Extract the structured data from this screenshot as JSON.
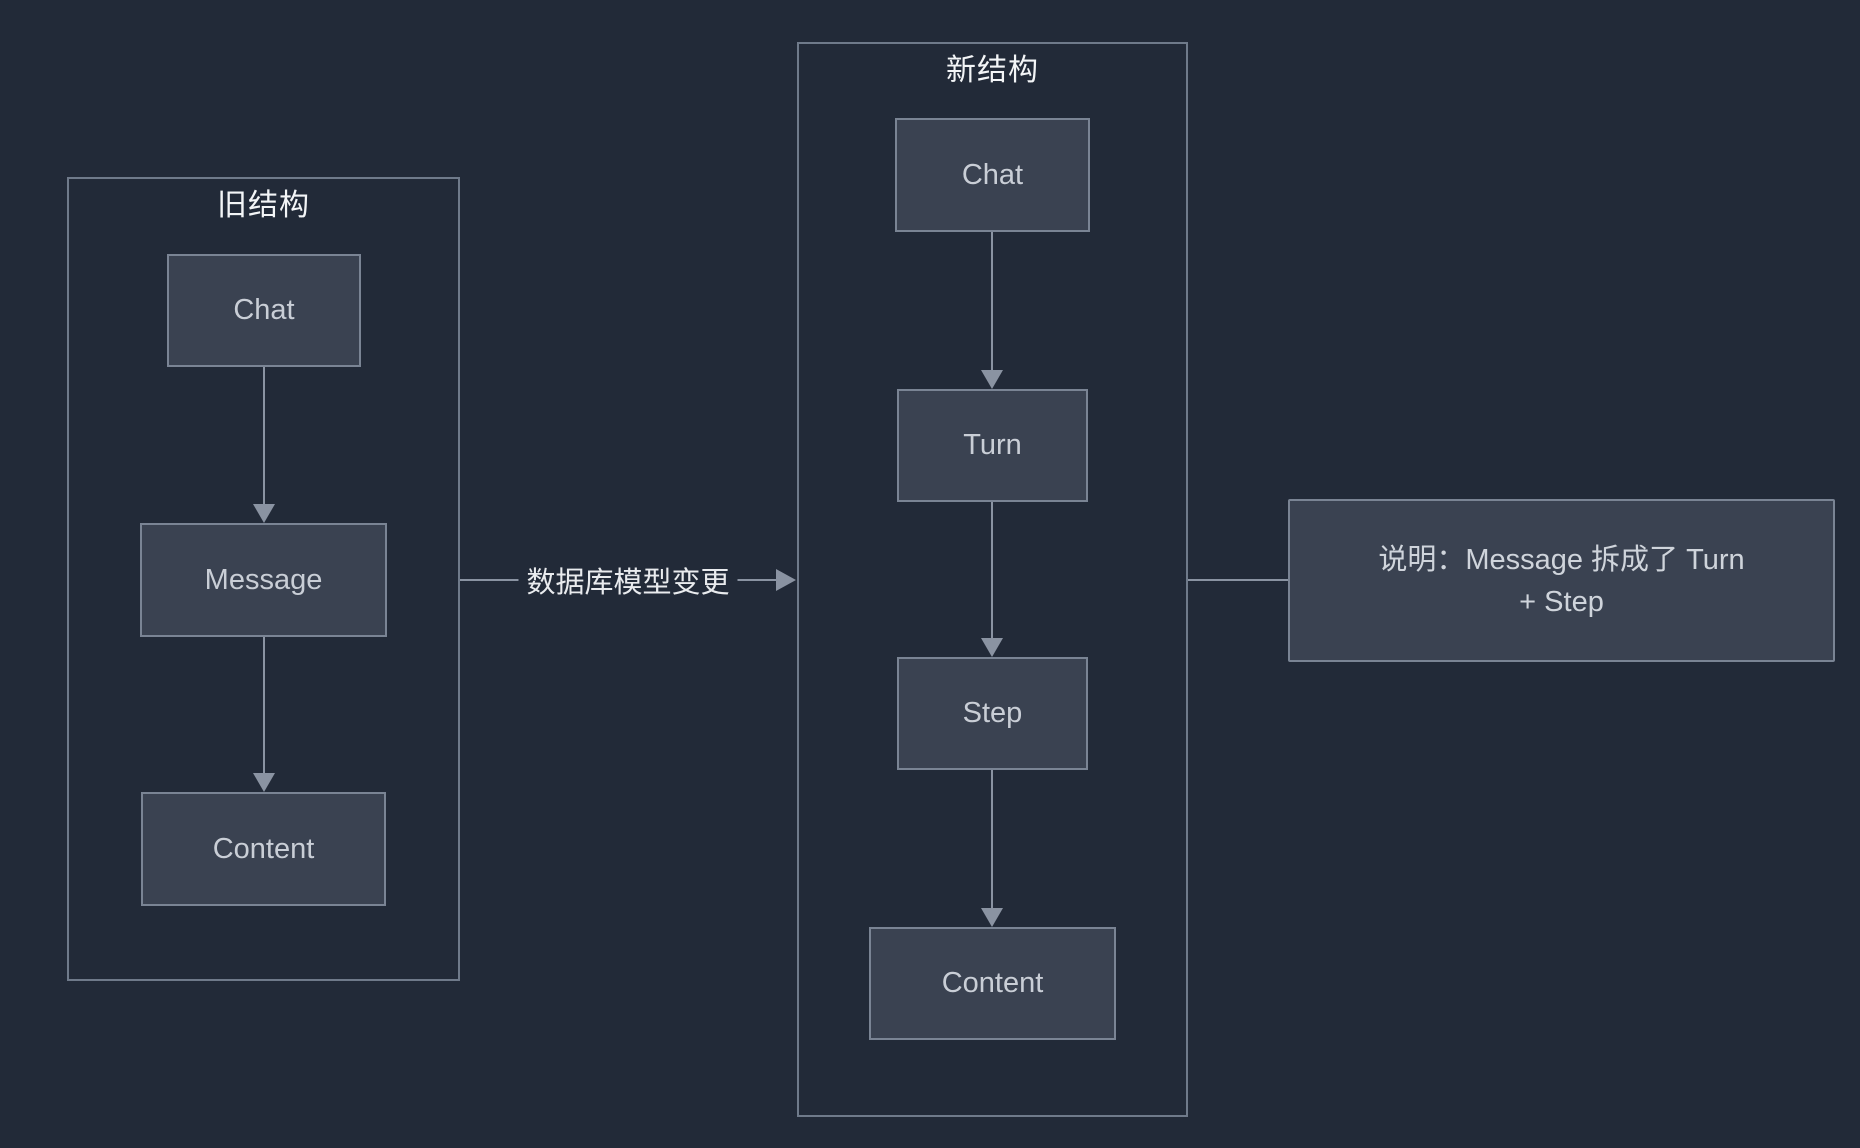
{
  "colors": {
    "background": "#222A38",
    "node_fill": "#3A4251",
    "node_border": "#7A8494",
    "group_border": "#6F7A8A",
    "connector": "#8A93A2",
    "title_text": "#F3F5F7",
    "node_text": "#C9CED6",
    "edge_label_text": "#E9EBEE",
    "note_text": "#CFD4DB"
  },
  "diagram": {
    "old_group": {
      "title": "旧结构",
      "nodes": [
        {
          "label": "Chat"
        },
        {
          "label": "Message"
        },
        {
          "label": "Content"
        }
      ]
    },
    "new_group": {
      "title": "新结构",
      "nodes": [
        {
          "label": "Chat"
        },
        {
          "label": "Turn"
        },
        {
          "label": "Step"
        },
        {
          "label": "Content"
        }
      ]
    },
    "edge": {
      "label": "数据库模型变更"
    },
    "note": {
      "lines": [
        "说明：Message 拆成了 Turn",
        "+ Step"
      ]
    }
  }
}
